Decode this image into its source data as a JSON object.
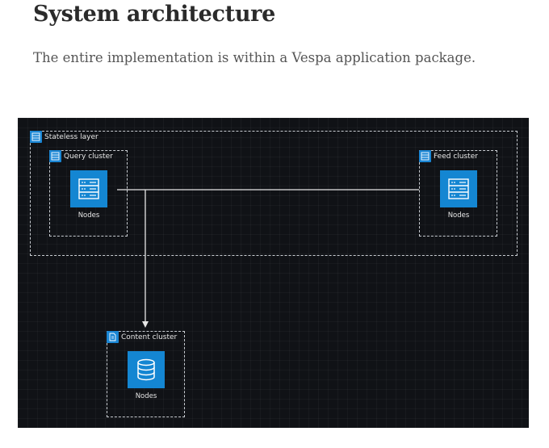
{
  "page": {
    "title": "System architecture",
    "subtitle": "The entire implementation is within a Vespa application package."
  },
  "diagram": {
    "stateless_layer": {
      "label": "Stateless layer",
      "icon": "server-rack-icon"
    },
    "query_cluster": {
      "label": "Query cluster",
      "icon": "server-rack-icon",
      "node_label": "Nodes",
      "node_icon": "server-icon"
    },
    "feed_cluster": {
      "label": "Feed cluster",
      "icon": "server-rack-icon",
      "node_label": "Nodes",
      "node_icon": "server-icon"
    },
    "content_cluster": {
      "label": "Content cluster",
      "icon": "document-icon",
      "node_label": "Nodes",
      "node_icon": "database-icon"
    },
    "colors": {
      "background": "#101216",
      "accent": "#1486d2",
      "line": "#e6e6e6"
    }
  }
}
